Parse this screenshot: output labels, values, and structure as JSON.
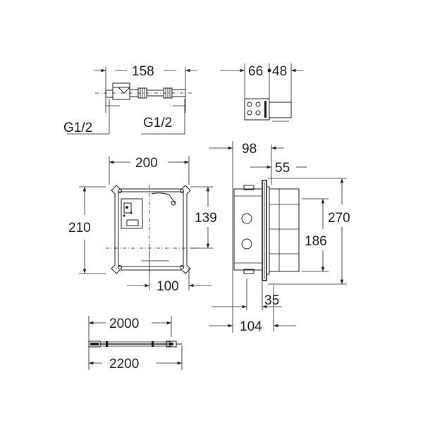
{
  "dimensions": {
    "pipe_length": "158",
    "thread_left": "G1/2",
    "thread_right": "G1/2",
    "top_box_depth_a": "66",
    "top_box_depth_b": "48",
    "side_depth_total": "98",
    "side_depth_inner": "55",
    "front_width": "200",
    "front_height": "210",
    "front_center_height": "139",
    "front_center_width": "100",
    "side_height_total": "270",
    "side_height_inner": "186",
    "side_offset": "35",
    "side_depth_bottom": "104",
    "cable_length_inner": "2000",
    "cable_length_total": "2200"
  }
}
